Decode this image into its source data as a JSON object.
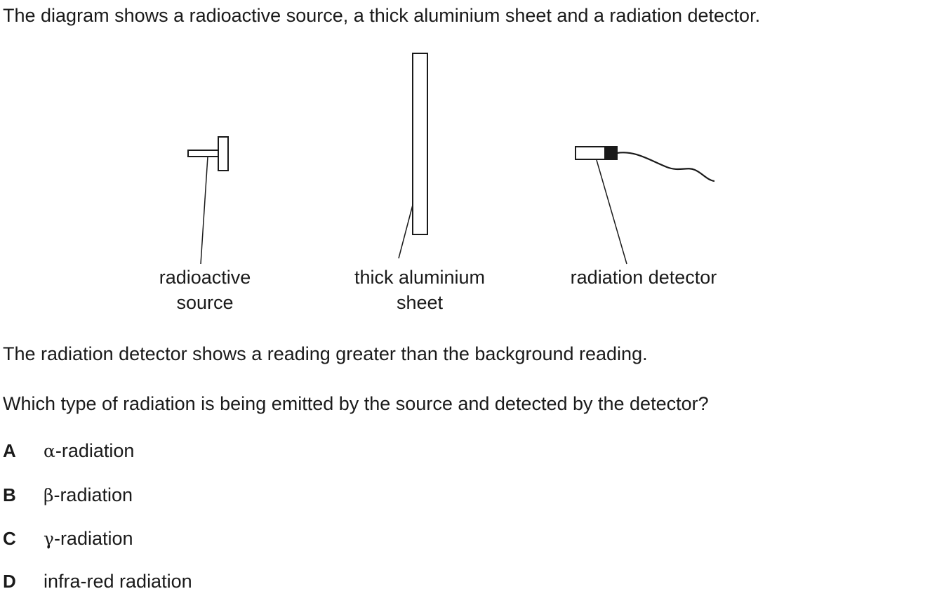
{
  "question": {
    "intro": "The diagram shows a radioactive source, a thick aluminium sheet and a radiation detector.",
    "statement": "The radiation detector shows a reading greater than the background reading.",
    "prompt": "Which type of radiation is being emitted by the source and detected by the detector?"
  },
  "diagram": {
    "labels": {
      "source_line1": "radioactive",
      "source_line2": "source",
      "sheet_line1": "thick aluminium",
      "sheet_line2": "sheet",
      "detector": "radiation detector"
    }
  },
  "options": [
    {
      "letter": "A",
      "symbol": "α",
      "text": "-radiation"
    },
    {
      "letter": "B",
      "symbol": "β",
      "text": "-radiation"
    },
    {
      "letter": "C",
      "symbol": "γ",
      "text": "-radiation"
    },
    {
      "letter": "D",
      "symbol": "",
      "text": "infra-red radiation"
    }
  ]
}
